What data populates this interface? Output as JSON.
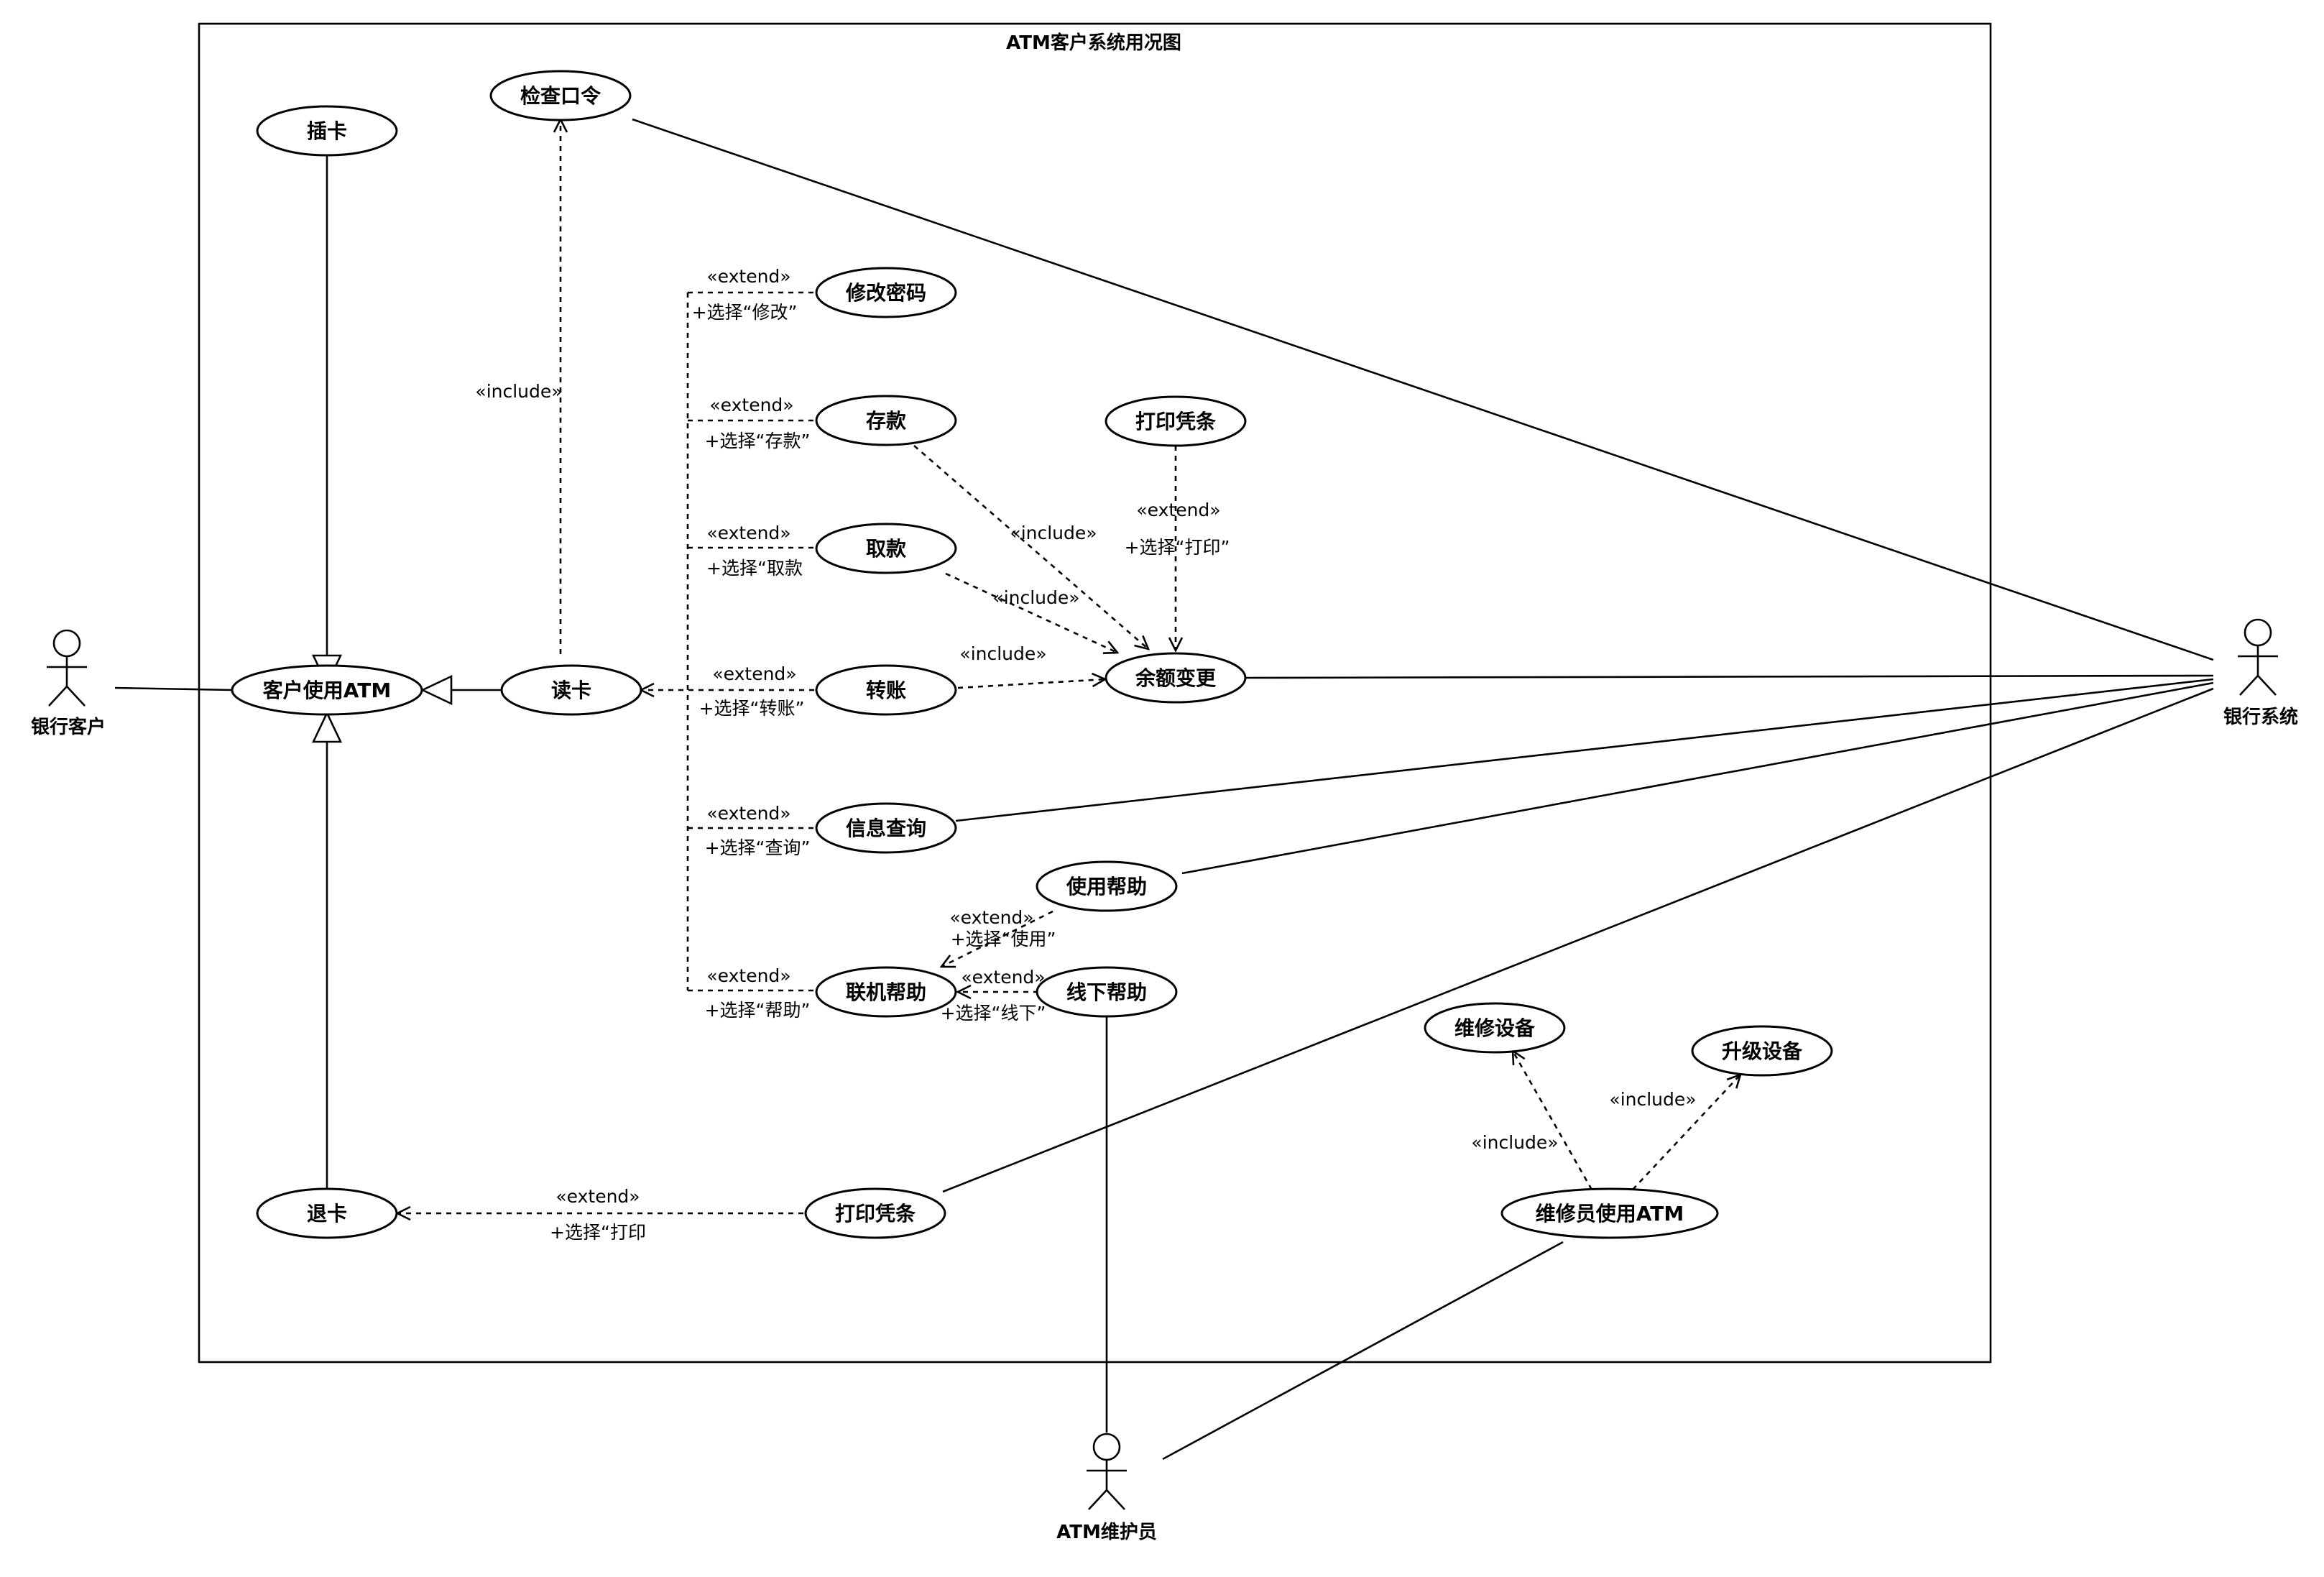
{
  "system_title": "ATM客户系统用况图",
  "actors": {
    "customer": "银行客户",
    "bank_system": "银行系统",
    "maintainer": "ATM维护员"
  },
  "use_cases": {
    "insert_card": "插卡",
    "check_password": "检查口令",
    "customer_use_atm": "客户使用ATM",
    "read_card": "读卡",
    "eject_card": "退卡",
    "change_password": "修改密码",
    "deposit": "存款",
    "withdraw": "取款",
    "transfer": "转账",
    "info_query": "信息查询",
    "online_help": "联机帮助",
    "use_help": "使用帮助",
    "offline_help": "线下帮助",
    "print_receipt_top": "打印凭条",
    "balance_change": "余额变更",
    "print_receipt_bottom": "打印凭条",
    "repair_device": "维修设备",
    "upgrade_device": "升级设备",
    "maintainer_use_atm": "维修员使用ATM"
  },
  "labels": {
    "include": "«include»",
    "extend": "«extend»",
    "select_modify": "+选择“修改”",
    "select_deposit": "+选择“存款”",
    "select_withdraw": "+选择“取款",
    "select_transfer": "+选择“转账”",
    "select_query": "+选择“查询”",
    "select_help": "+选择“帮助”",
    "select_use": "+选择“使用”",
    "select_offline": "+选择“线下”",
    "select_print": "+选择“打印”",
    "select_print_bottom": "+选择“打印"
  }
}
